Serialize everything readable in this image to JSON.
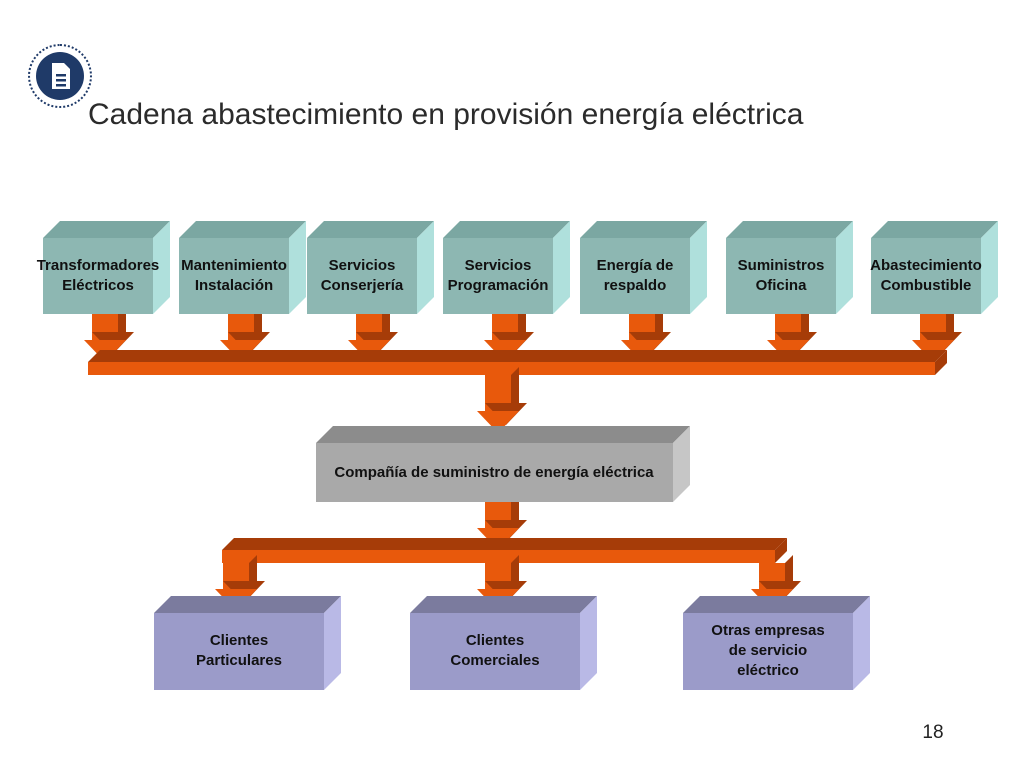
{
  "title": "Cadena abastecimiento en provisión energía eléctrica",
  "logo_icon": "document-icon",
  "colors": {
    "top_box_front": "#8db7b2",
    "top_box_top": "#7ba7a2",
    "top_box_side": "#afe0dc",
    "middle_box_front": "#a9a9a9",
    "middle_box_top": "#8c8c8c",
    "middle_box_side": "#c6c6c6",
    "bottom_box_front": "#9b9bc9",
    "bottom_box_top": "#7b7b9e",
    "bottom_box_side": "#b9b9e6",
    "arrow_front": "#e8590c",
    "arrow_dark": "#a63c08",
    "logo": "#1f3a68"
  },
  "suppliers": [
    {
      "label": "Transformadores\nEléctricos"
    },
    {
      "label": "Mantenimiento\nInstalación"
    },
    {
      "label": "Servicios\nConserjería"
    },
    {
      "label": "Servicios\nProgramación"
    },
    {
      "label": "Energía de\nrespaldo"
    },
    {
      "label": "Suministros\nOficina"
    },
    {
      "label": "Abastecimiento\nCombustible"
    }
  ],
  "company": {
    "label": "Compañía de suministro de energía eléctrica"
  },
  "customers": [
    {
      "label": "Clientes\nParticulares"
    },
    {
      "label": "Clientes\nComerciales"
    },
    {
      "label": "Otras empresas\nde servicio\neléctrico"
    }
  ],
  "page_number": "18"
}
